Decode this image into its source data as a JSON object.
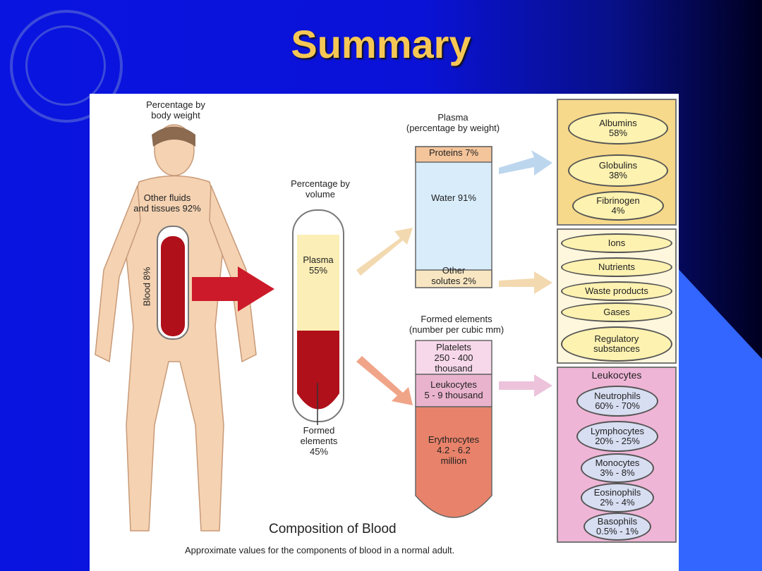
{
  "slide": {
    "title": "Summary"
  },
  "body_weight": {
    "heading": "Percentage by\nbody weight",
    "other": "Other fluids\nand tissues 92%",
    "blood": "Blood 8%"
  },
  "volume": {
    "heading": "Percentage by\nvolume",
    "plasma": "Plasma\n55%",
    "formed": "Formed\nelements\n45%"
  },
  "plasma_col": {
    "heading": "Plasma\n(percentage by weight)",
    "proteins": "Proteins 7%",
    "water": "Water 91%",
    "other": "Other\nsolutes 2%"
  },
  "formed_col": {
    "heading": "Formed elements\n(number per cubic mm)",
    "platelets": "Platelets\n250 - 400\nthousand",
    "leukocytes": "Leukocytes\n5 - 9 thousand",
    "erythrocytes": "Erythrocytes\n4.2 - 6.2\nmillion"
  },
  "proteins": [
    {
      "label": "Albumins\n58%"
    },
    {
      "label": "Globulins\n38%"
    },
    {
      "label": "Fibrinogen\n4%"
    }
  ],
  "solutes": [
    {
      "label": "Ions"
    },
    {
      "label": "Nutrients"
    },
    {
      "label": "Waste products"
    },
    {
      "label": "Gases"
    },
    {
      "label": "Regulatory\nsubstances"
    }
  ],
  "leukocyte_types": {
    "heading": "Leukocytes",
    "items": [
      {
        "label": "Neutrophils\n60% - 70%"
      },
      {
        "label": "Lymphocytes\n20% - 25%"
      },
      {
        "label": "Monocytes\n3% - 8%"
      },
      {
        "label": "Eosinophils\n2% - 4%"
      },
      {
        "label": "Basophils\n0.5% - 1%"
      }
    ]
  },
  "caption": {
    "title": "Composition of Blood",
    "text": "Approximate values for the components of blood in a normal adult."
  },
  "colors": {
    "title": "#f6c755",
    "blood": "#b0101a",
    "plasma": "#fbeeb6",
    "protein_box": "#f6d98a",
    "leuko_box": "#efb5d6",
    "erythro": "#e8826a"
  }
}
